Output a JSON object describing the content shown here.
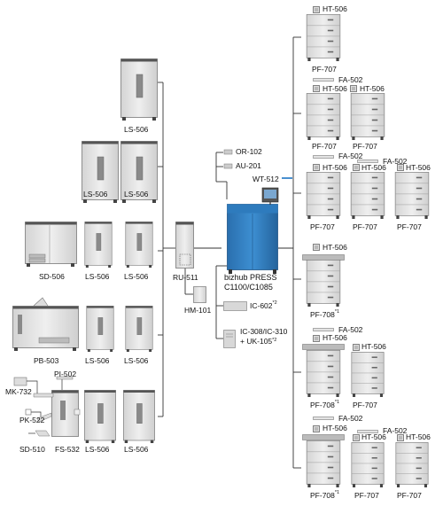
{
  "center": {
    "line1": "bizhub PRESS",
    "line2": "C1100/C1085",
    "accent": "#2f7fc1"
  },
  "options": {
    "or102": "OR-102",
    "au201": "AU-201",
    "wt512": "WT-512",
    "ru511": "RU-511",
    "hm101": "HM-101",
    "ic602": "IC-602",
    "ic602_note": "*2",
    "ic308_line1": "IC-308/IC-310",
    "ic308_line2": "+ UK-105",
    "ic308_note": "*2"
  },
  "left": {
    "r1": {
      "a": "LS-506"
    },
    "r2": {
      "a": "LS-506",
      "b": "LS-506"
    },
    "r3": {
      "a": "SD-506",
      "b": "LS-506",
      "c": "LS-506"
    },
    "r4": {
      "a": "PB-503",
      "b": "LS-506",
      "c": "LS-506"
    },
    "r5": {
      "pi": "PI-502",
      "mk": "MK-732",
      "pk": "PK-522",
      "sd": "SD-510",
      "fs": "FS-532",
      "b": "LS-506",
      "c": "LS-506"
    }
  },
  "right": {
    "r1": {
      "ht": "HT-506",
      "pf": "PF-707"
    },
    "r2": {
      "fa": "FA-502",
      "ht1": "HT-506",
      "ht2": "HT-506",
      "pf1": "PF-707",
      "pf2": "PF-707"
    },
    "r3": {
      "fa1": "FA-502",
      "fa2": "FA-502",
      "ht1": "HT-506",
      "ht2": "HT-506",
      "ht3": "HT-506",
      "pf1": "PF-707",
      "pf2": "PF-707",
      "pf3": "PF-707"
    },
    "r4": {
      "ht": "HT-506",
      "pf": "PF-708",
      "note": "*1"
    },
    "r5": {
      "fa": "FA-502",
      "ht1": "HT-506",
      "ht2": "HT-506",
      "pf1": "PF-708",
      "note": "*1",
      "pf2": "PF-707"
    },
    "r6": {
      "fa1": "FA-502",
      "fa2": "FA-502",
      "ht1": "HT-506",
      "ht2": "HT-506",
      "ht3": "HT-506",
      "pf1": "PF-708",
      "note": "*1",
      "pf2": "PF-707",
      "pf3": "PF-707"
    }
  }
}
